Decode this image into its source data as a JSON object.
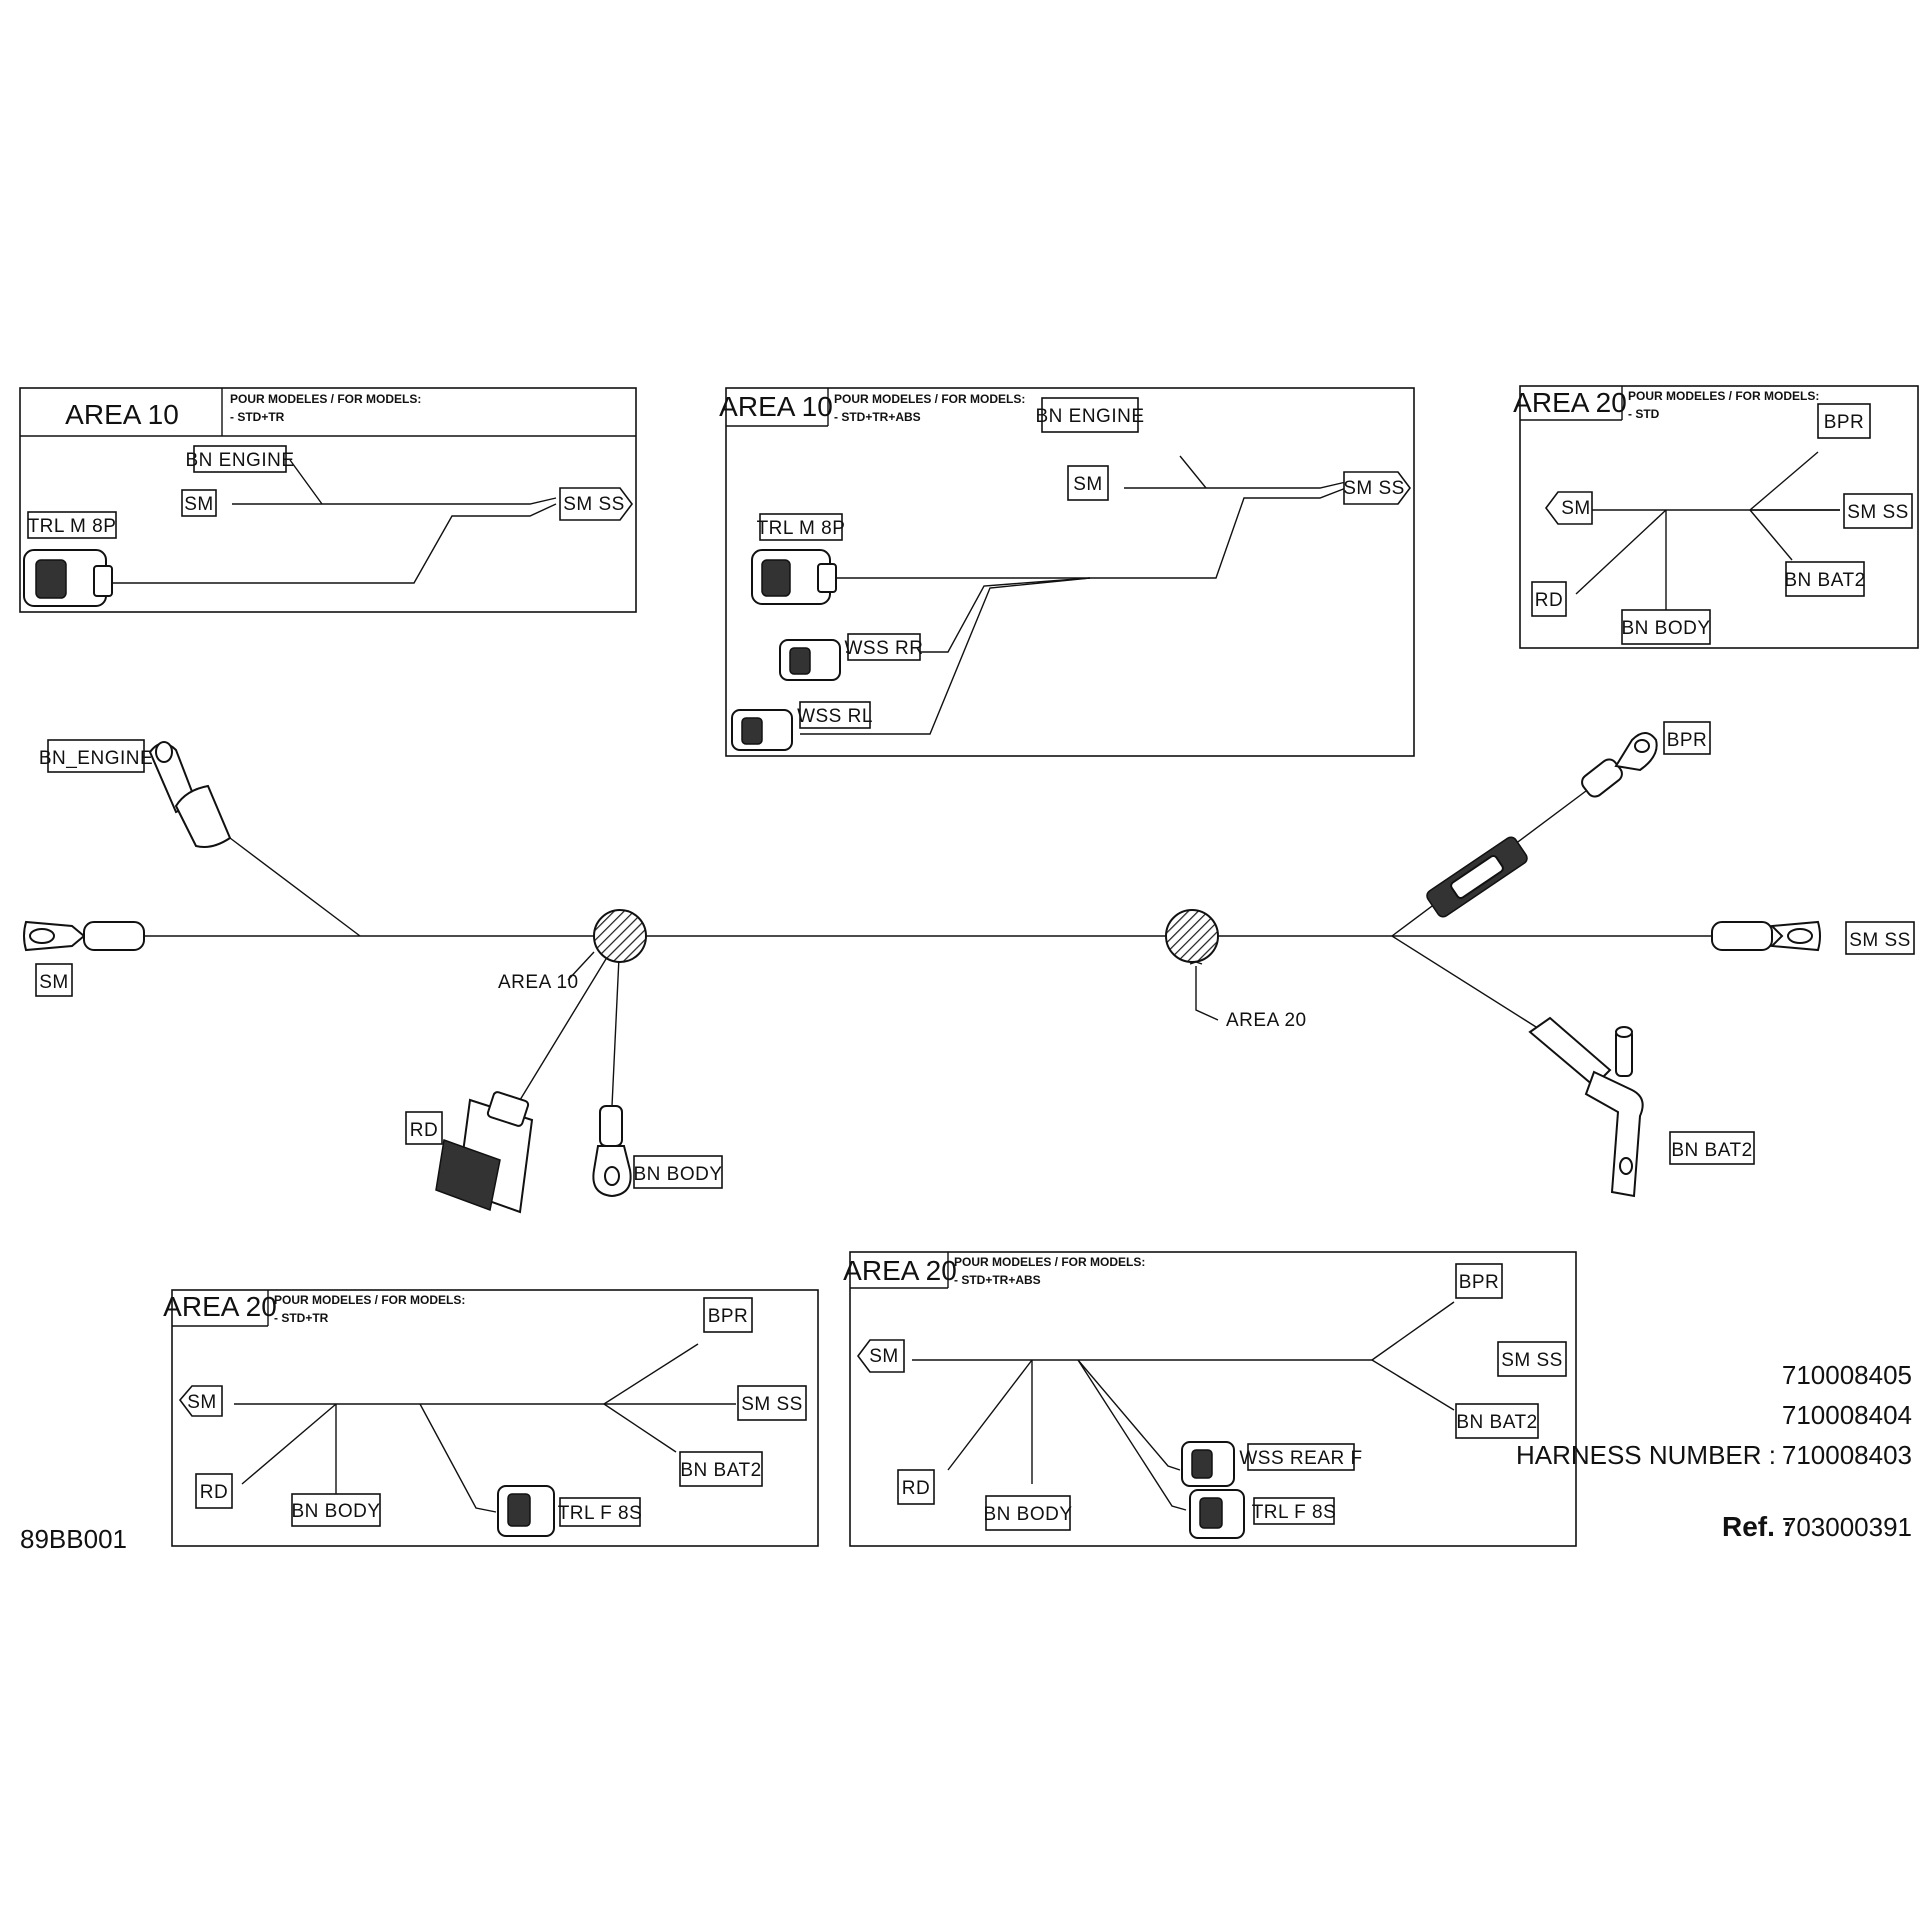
{
  "panels": {
    "p1": {
      "area": "AREA 10",
      "models_heading": "POUR MODELES / FOR MODELS:",
      "models": "- STD+TR",
      "labels": {
        "bn_engine": "BN ENGINE",
        "sm": "SM",
        "sm_ss": "SM SS",
        "trl": "TRL M 8P"
      }
    },
    "p2": {
      "area": "AREA 10",
      "models_heading": "POUR MODELES / FOR MODELS:",
      "models": "- STD+TR+ABS",
      "labels": {
        "bn_engine": "BN ENGINE",
        "sm": "SM",
        "sm_ss": "SM SS",
        "trl": "TRL M 8P",
        "wss_rr": "WSS RR",
        "wss_rl": "WSS RL"
      }
    },
    "p3": {
      "area": "AREA 20",
      "models_heading": "POUR MODELES / FOR MODELS:",
      "models": "- STD",
      "labels": {
        "bpr": "BPR",
        "sm": "SM",
        "sm_ss": "SM SS",
        "bn_bat2": "BN BAT2",
        "rd": "RD",
        "bn_body": "BN BODY"
      }
    },
    "p4": {
      "area": "AREA 20",
      "models_heading": "POUR MODELES / FOR MODELS:",
      "models": "- STD+TR",
      "labels": {
        "bpr": "BPR",
        "sm": "SM",
        "sm_ss": "SM SS",
        "bn_bat2": "BN BAT2",
        "rd": "RD",
        "bn_body": "BN BODY",
        "trl": "TRL F 8S"
      }
    },
    "p5": {
      "area": "AREA 20",
      "models_heading": "POUR MODELES / FOR MODELS:",
      "models": "- STD+TR+ABS",
      "labels": {
        "bpr": "BPR",
        "sm": "SM",
        "sm_ss": "SM SS",
        "bn_bat2": "BN BAT2",
        "rd": "RD",
        "bn_body": "BN BODY",
        "wss": "WSS REAR F",
        "trl": "TRL F 8S"
      }
    }
  },
  "main": {
    "bn_engine": "BN_ENGINE",
    "sm": "SM",
    "area10": "AREA 10",
    "area20": "AREA 20",
    "rd": "RD",
    "bn_body": "BN BODY",
    "bpr": "BPR",
    "sm_ss": "SM SS",
    "bn_bat2": "BN BAT2"
  },
  "footer": {
    "figure_id": "89BB001",
    "number_1": "710008405",
    "number_2": "710008404",
    "harness_label": "HARNESS NUMBER :",
    "number_3": "710008403",
    "ref_label": "Ref. :",
    "ref_number": "703000391"
  }
}
